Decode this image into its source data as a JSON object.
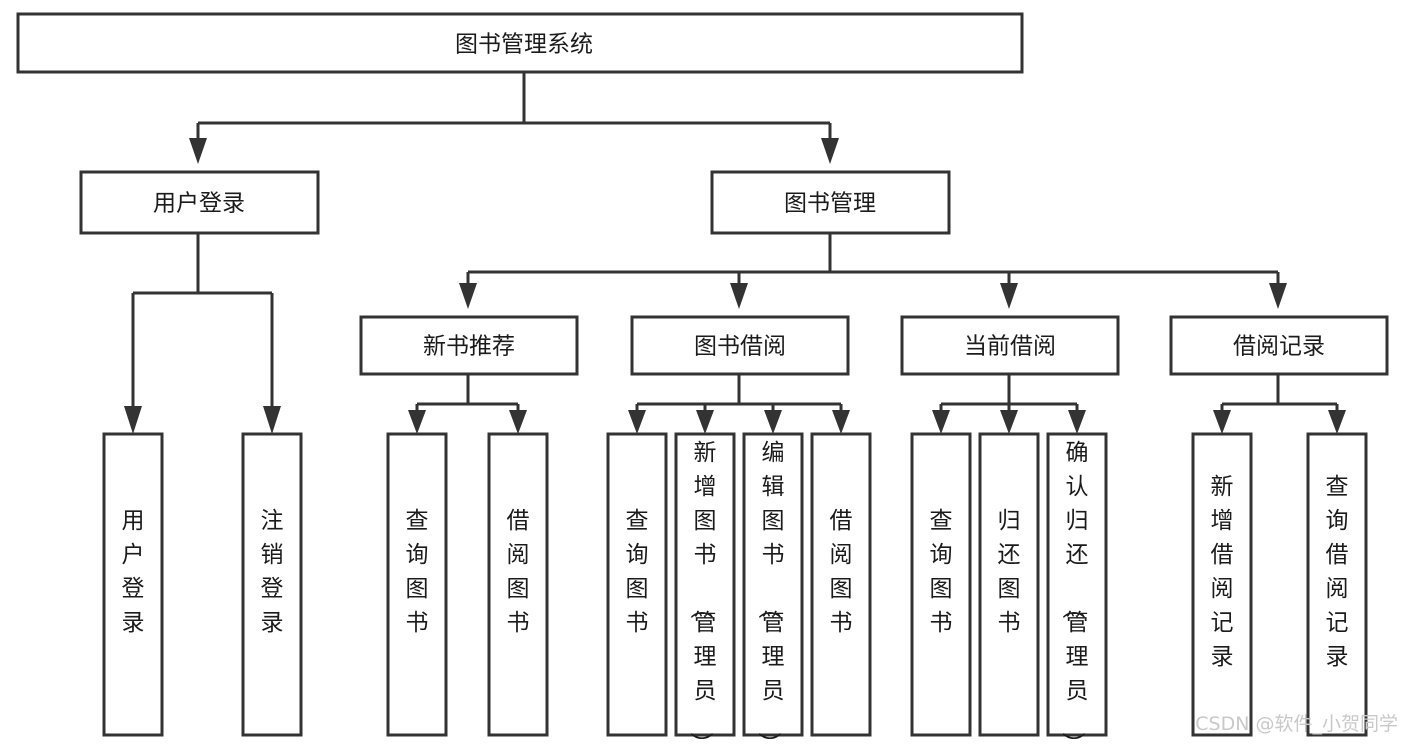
{
  "diagram": {
    "type": "tree-hierarchy",
    "title": "图书管理系统",
    "background_color": "#ffffff",
    "line_color": "#333333",
    "text_color": "#1b1b1b",
    "root": {
      "id": "root",
      "label": "图书管理系统",
      "orientation": "horizontal"
    },
    "level2": [
      {
        "id": "user-login",
        "label": "用户登录",
        "orientation": "horizontal"
      },
      {
        "id": "book-manage",
        "label": "图书管理",
        "orientation": "horizontal"
      }
    ],
    "level3": [
      {
        "id": "new-book-recommend",
        "label": "新书推荐",
        "orientation": "horizontal",
        "parent": "book-manage"
      },
      {
        "id": "book-borrow",
        "label": "图书借阅",
        "orientation": "horizontal",
        "parent": "book-manage"
      },
      {
        "id": "current-borrow",
        "label": "当前借阅",
        "orientation": "horizontal",
        "parent": "book-manage"
      },
      {
        "id": "borrow-record",
        "label": "借阅记录",
        "orientation": "horizontal",
        "parent": "book-manage"
      }
    ],
    "leaves": [
      {
        "id": "leaf-user-login",
        "label": "用户登录",
        "orientation": "vertical",
        "parent": "user-login"
      },
      {
        "id": "leaf-user-logout",
        "label": "注销登录",
        "orientation": "vertical",
        "parent": "user-login"
      },
      {
        "id": "leaf-query-book-1",
        "label": "查询图书",
        "orientation": "vertical",
        "parent": "new-book-recommend"
      },
      {
        "id": "leaf-borrow-book-1",
        "label": "借阅图书",
        "orientation": "vertical",
        "parent": "new-book-recommend"
      },
      {
        "id": "leaf-query-book-2",
        "label": "查询图书",
        "orientation": "vertical",
        "parent": "book-borrow"
      },
      {
        "id": "leaf-add-book",
        "label": "新增图书（管理员）",
        "orientation": "vertical",
        "parent": "book-borrow"
      },
      {
        "id": "leaf-edit-book",
        "label": "编辑图书（管理员）",
        "orientation": "vertical",
        "parent": "book-borrow"
      },
      {
        "id": "leaf-borrow-book-2",
        "label": "借阅图书",
        "orientation": "vertical",
        "parent": "book-borrow"
      },
      {
        "id": "leaf-query-book-3",
        "label": "查询图书",
        "orientation": "vertical",
        "parent": "current-borrow"
      },
      {
        "id": "leaf-return-book",
        "label": "归还图书",
        "orientation": "vertical",
        "parent": "current-borrow"
      },
      {
        "id": "leaf-confirm-return",
        "label": "确认归还（管理员）",
        "orientation": "vertical",
        "parent": "current-borrow"
      },
      {
        "id": "leaf-add-record",
        "label": "新增借阅记录",
        "orientation": "vertical",
        "parent": "borrow-record"
      },
      {
        "id": "leaf-query-record",
        "label": "查询借阅记录",
        "orientation": "vertical",
        "parent": "borrow-record"
      }
    ]
  },
  "watermark": {
    "text": "CSDN @软件_小贺同学",
    "color": "#c9c9c9"
  }
}
